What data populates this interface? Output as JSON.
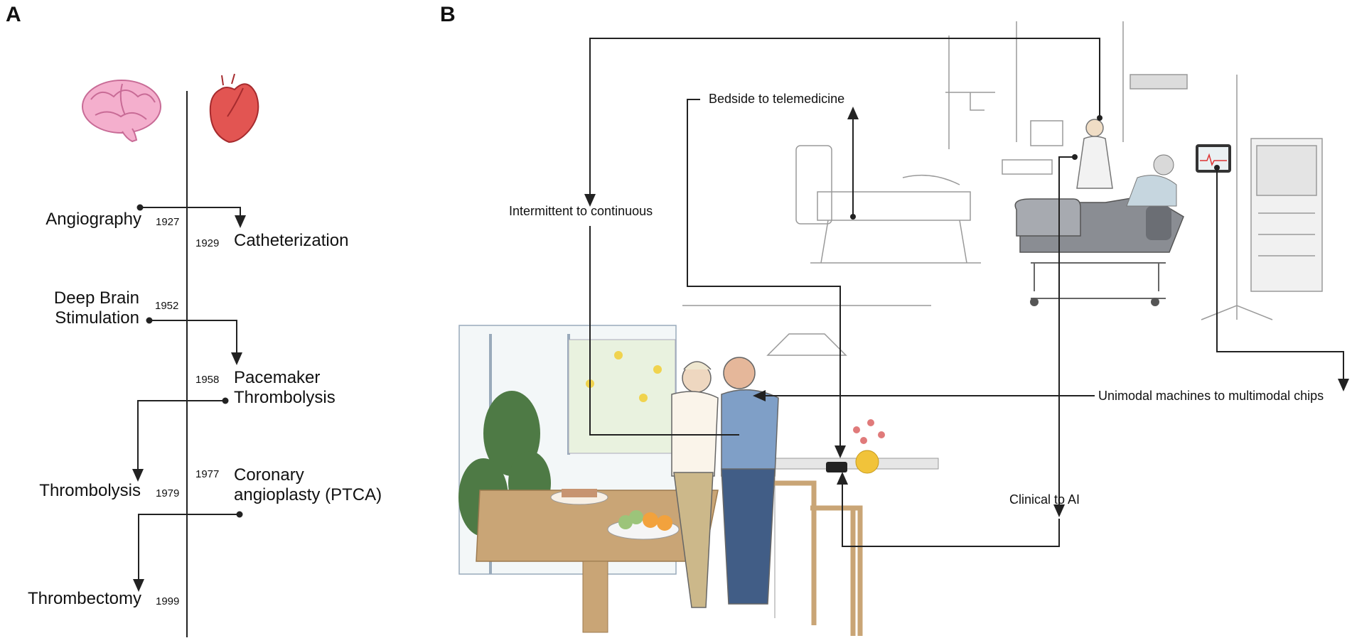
{
  "panels": {
    "a": "A",
    "b": "B"
  },
  "timeline": {
    "organs": [
      "brain-icon",
      "heart-icon"
    ],
    "events": [
      {
        "name": "Angiography",
        "year": "1927",
        "side": "brain"
      },
      {
        "name": "Catheterization",
        "year": "1929",
        "side": "heart"
      },
      {
        "name": "Deep Brain",
        "name2": "Stimulation",
        "year": "1952",
        "side": "brain"
      },
      {
        "name": "Pacemaker",
        "name2": "Thrombolysis",
        "year": "1958",
        "side": "heart"
      },
      {
        "name": "Thrombolysis",
        "year": "1979",
        "side": "brain"
      },
      {
        "name": "Coronary",
        "name2": "angioplasty (PTCA)",
        "year": "1977",
        "side": "heart"
      },
      {
        "name": "Thrombectomy",
        "year": "1999",
        "side": "brain"
      }
    ]
  },
  "scene": {
    "transitions": [
      "Bedside to telemedicine",
      "Intermittent to continuous",
      "Unimodal machines to multimodal chips",
      "Clinical to AI"
    ],
    "illustration": {
      "top": "hospital-icu-room",
      "bottom": "home-kitchen-couple"
    }
  },
  "colors": {
    "brain": "#f2a8c8",
    "heart": "#e0504e",
    "line": "#222222"
  }
}
